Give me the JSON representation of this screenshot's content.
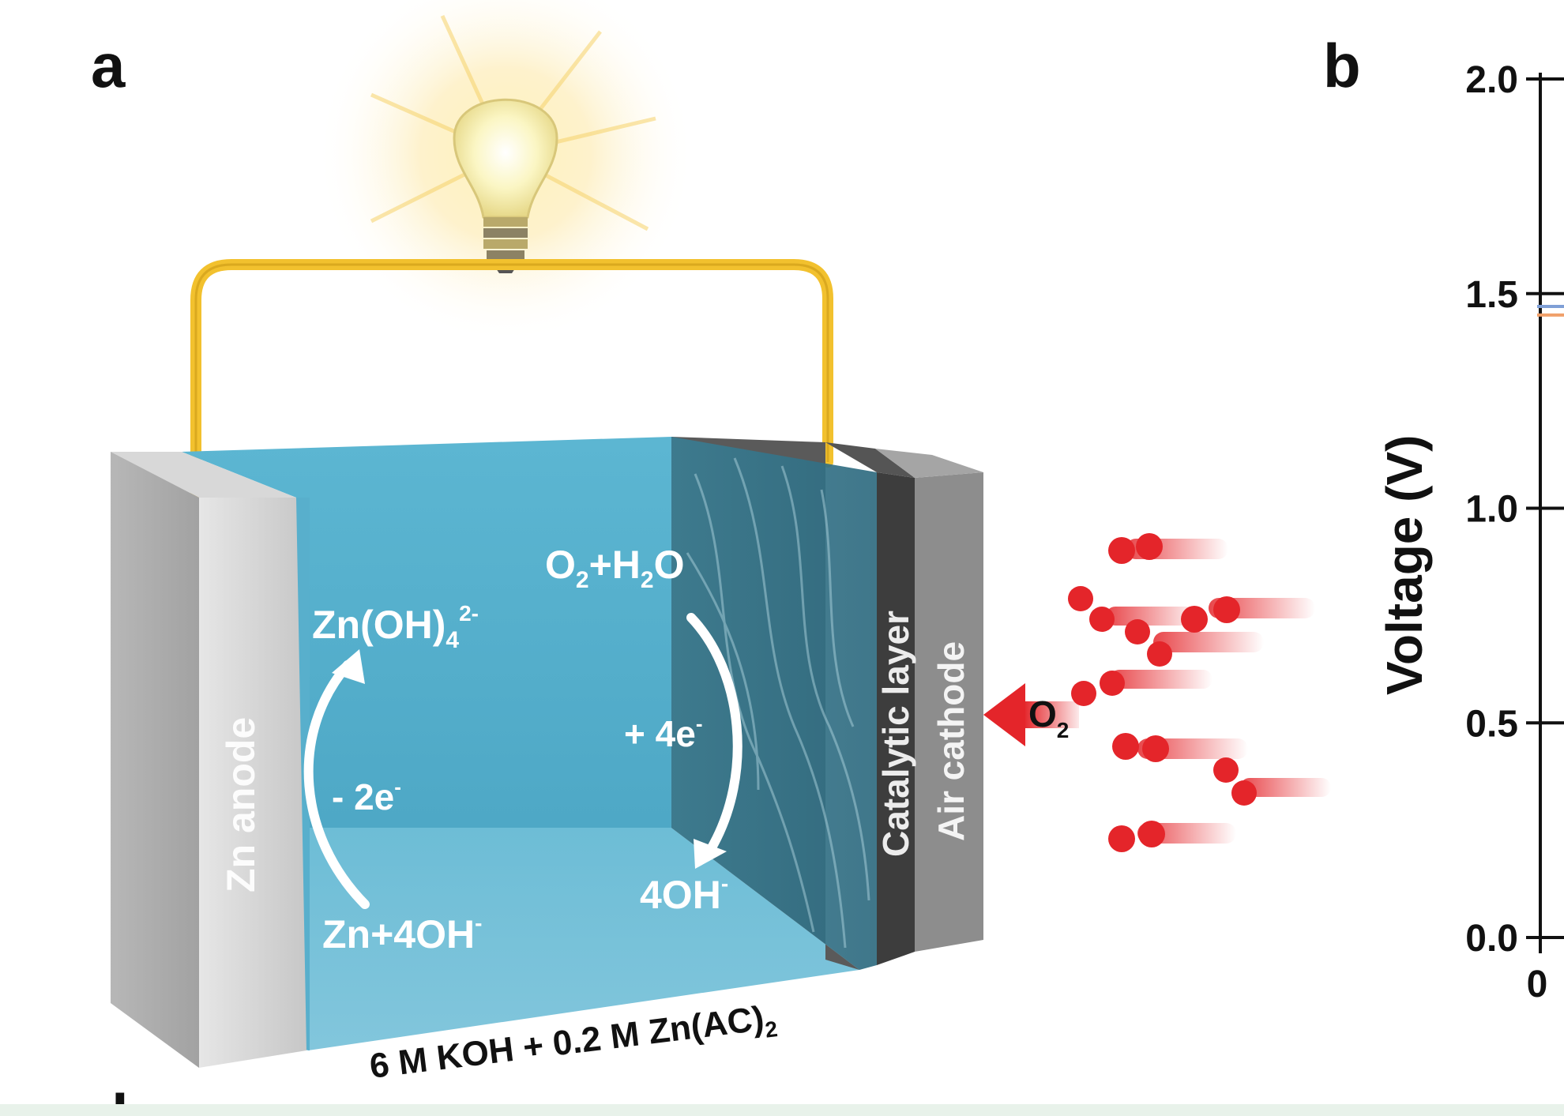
{
  "panel_a": {
    "letter": "a",
    "anode_label": "Zn anode",
    "catalytic_label": "Catalytic layer",
    "air_cathode_label": "Air cathode",
    "anode_product_main": "Zn(OH)",
    "anode_product_sub": "4",
    "anode_product_sup": "2-",
    "anode_electrons": "- 2e",
    "anode_electrons_sup": "-",
    "anode_reactant": "Zn+4OH",
    "anode_reactant_sup": "-",
    "cathode_reactant_o": "O",
    "cathode_reactant_o_sub": "2",
    "cathode_reactant_mid": "+H",
    "cathode_reactant_h_sub": "2",
    "cathode_reactant_end": "O",
    "cathode_electrons": "+ 4e",
    "cathode_electrons_sup": "-",
    "cathode_product": "4OH",
    "cathode_product_sup": "-",
    "electrolyte_main": "6 M KOH + 0.2 M Zn(AC)",
    "electrolyte_sub": "2",
    "o2_main": "O",
    "o2_sub": "2",
    "partial_next_letter": "d"
  },
  "panel_b": {
    "letter": "b",
    "ylabel": "Voltage (V)",
    "yticks": [
      "0.0",
      "0.5",
      "1.0",
      "1.5",
      "2.0"
    ],
    "xtick_first": "0"
  },
  "colors": {
    "electrolyte": "#5cb6d2",
    "wire": "#f2c12e",
    "oxygen_molecule": "#e4252a",
    "anode_gray": "#c9c9c9",
    "catalytic_dark": "#3d3d3d",
    "air_cathode_gray": "#8d8d8d"
  },
  "chart_data": {
    "type": "line",
    "ylabel": "Voltage (V)",
    "ylim": [
      0,
      2.0
    ],
    "yticks": [
      0.0,
      0.5,
      1.0,
      1.5,
      2.0
    ],
    "xticks_visible": [
      0
    ],
    "series": [
      {
        "values": [
          1.47
        ]
      },
      {
        "values": [
          1.45
        ]
      }
    ]
  }
}
